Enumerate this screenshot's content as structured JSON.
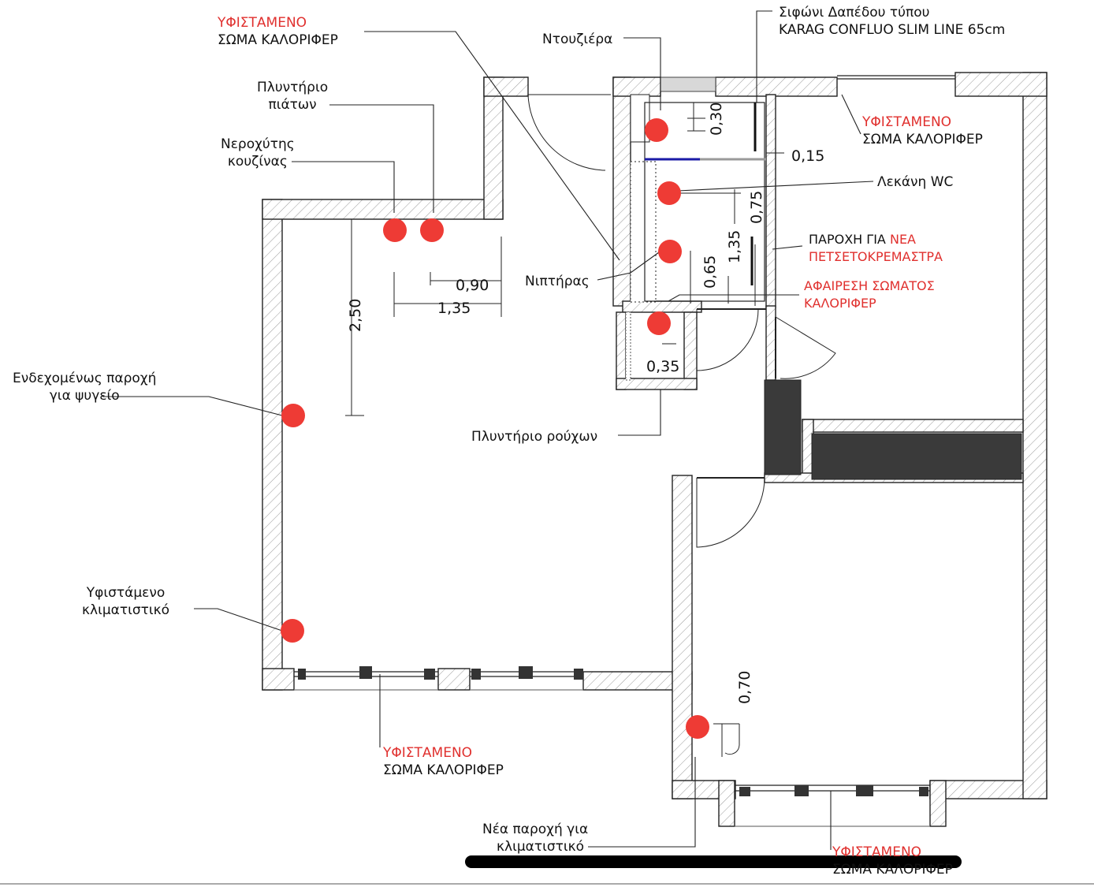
{
  "colors": {
    "wall_fill": "#ffffff",
    "wall_line": "#222222",
    "hatch": "#9a9a9a",
    "point": "#ee3b35",
    "red_text": "#e0302e",
    "furniture": "#3a3a3a",
    "drain_line": "#1a1aa6"
  },
  "labels": {
    "rad_top_red": "ΥΦΙΣΤΑΜΕΝΟ",
    "rad_top_black": "ΣΩΜΑ ΚΑΛΟΡΙΦΕΡ",
    "dishwasher_1": "Πλυντήριο",
    "dishwasher_2": "πιάτων",
    "sink_1": "Νεροχύτης",
    "sink_2": "κουζίνας",
    "fridge_1": "Ενδεχομένως παροχή",
    "fridge_2": "για ψυγείο",
    "ac_1": "Υφιστάμενο",
    "ac_2": "κλιματιστικό",
    "rad_bottom_left_red": "ΥΦΙΣΤΑΜΕΝΟ",
    "rad_bottom_left_black": "ΣΩΜΑ ΚΑΛΟΡΙΦΕΡ",
    "new_ac_1": "Νέα παροχή για",
    "new_ac_2": "κλιματιστικό",
    "rad_bottom_right_red": "ΥΦΙΣΤΑΜΕΝΟ",
    "rad_bottom_right_black": "ΣΩΜΑ ΚΑΛΟΡΙΦΕΡ",
    "shower": "Ντουζιέρα",
    "drain_1": "Σιφώνι Δαπέδου τύπου",
    "drain_2": "KARAG CONFLUO SLIM LINE 65cm",
    "rad_right_red": "ΥΦΙΣΤΑΜΕΝΟ",
    "rad_right_black": "ΣΩΜΑ ΚΑΛΟΡΙΦΕΡ",
    "wc": "Λεκάνη WC",
    "towel_1a": "ΠΑΡΟΧΗ ΓΙΑ ",
    "towel_1b": "ΝΕΑ",
    "towel_2": "ΠΕΤΣΕΤΟΚΡΕΜΑΣΤΡΑ",
    "remove_1": "ΑΦΑΙΡΕΣΗ ΣΩΜΑΤΟΣ",
    "remove_2": "ΚΑΛΟΡΙΦΕΡ",
    "basin": "Νιπτήρας",
    "washer": "Πλυντήριο ρούχων"
  },
  "dimensions": {
    "d_030": "0,30",
    "d_015": "0,15",
    "d_075": "0,75",
    "d_135_v": "1,35",
    "d_065": "0,65",
    "d_035": "0,35",
    "d_090": "0,90",
    "d_135_h": "1,35",
    "d_250": "2,50",
    "d_070": "0,70"
  }
}
